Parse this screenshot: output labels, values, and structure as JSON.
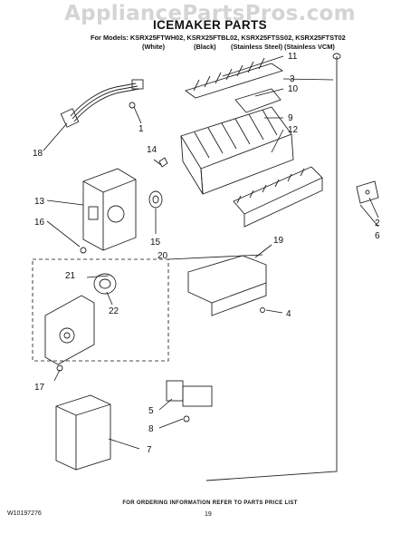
{
  "watermark": "AppliancePartsPros.com",
  "title": "ICEMAKER PARTS",
  "models_line": "For Models: KSRX25FTWH02, KSRX25FTBL02, KSRX25FTSS02, KSRX25FTST02",
  "variants": [
    "(White)",
    "(Black)",
    "(Stainless Steel)",
    "(Stainless VCM)"
  ],
  "callouts": {
    "c1": "1",
    "c2": "2",
    "c3": "3",
    "c4": "4",
    "c5": "5",
    "c6": "6",
    "c7": "7",
    "c8": "8",
    "c9": "9",
    "c10": "10",
    "c11": "11",
    "c12": "12",
    "c13": "13",
    "c14": "14",
    "c15": "15",
    "c16": "16",
    "c17": "17",
    "c18": "18",
    "c19": "19",
    "c20": "20",
    "c21": "21",
    "c22": "22"
  },
  "footer_note": "FOR ORDERING INFORMATION REFER TO PARTS PRICE LIST",
  "doc_number": "W10197276",
  "page_number": "19",
  "colors": {
    "line": "#111111",
    "watermark": "#d4d4d4"
  }
}
